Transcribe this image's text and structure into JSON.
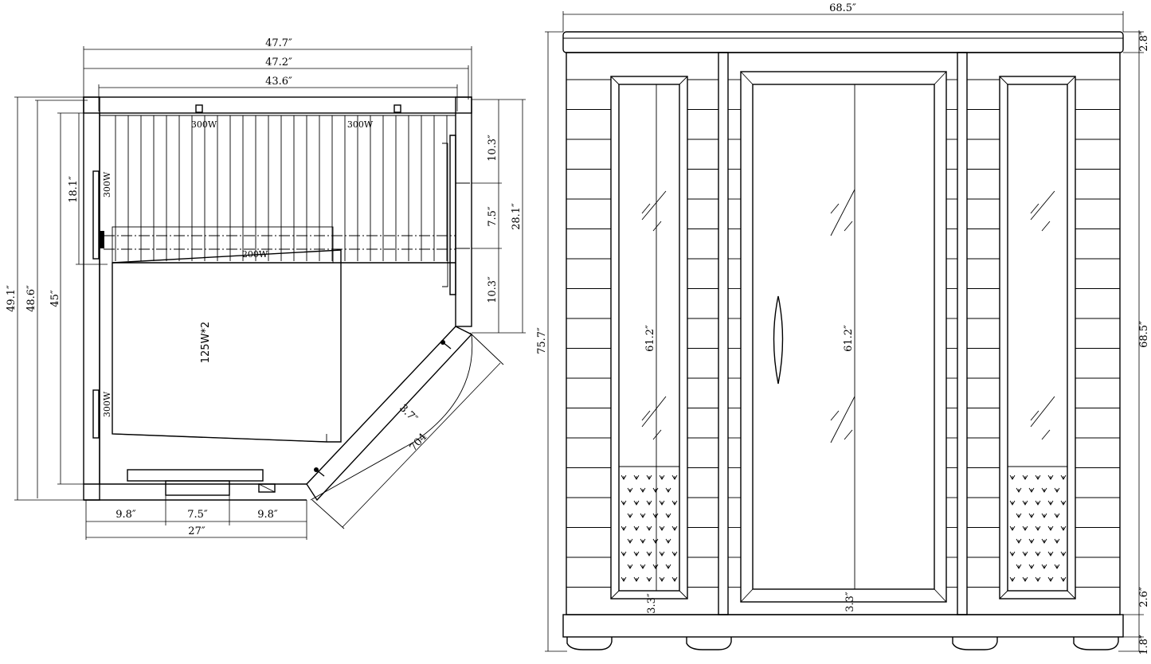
{
  "plan": {
    "dims": {
      "overall_width_outer": "47.7″",
      "overall_width_mid": "47.2″",
      "overall_width_inner": "43.6″",
      "left_outer": "49.1″",
      "left_mid": "48.6″",
      "left_inner": "45″",
      "left_upper": "18.1″",
      "right_top": "10.3″",
      "right_mid": "7.5″",
      "right_bottom": "10.3″",
      "right_total": "28.1″",
      "bottom_left": "9.8″",
      "bottom_mid": "7.5″",
      "bottom_right": "9.8″",
      "bottom_total": "27″",
      "diag_small": "3.7″",
      "diag_long": "704"
    },
    "heaters": {
      "back_left": "300W",
      "back_right": "300W",
      "side_upper": "300W",
      "side_lower": "300W",
      "bench": "200W",
      "floor": "125W*2"
    }
  },
  "elevation": {
    "dims": {
      "top_width": "68.5″",
      "top_trim": "2.8″",
      "total_height": "75.7″",
      "body_height": "68.5″",
      "left_glass": "61.2″",
      "door_glass": "61.2″",
      "left_bottom": "3.3″",
      "door_bottom": "3.3″",
      "base_trim": "2.6″",
      "feet": "1.8″"
    }
  }
}
